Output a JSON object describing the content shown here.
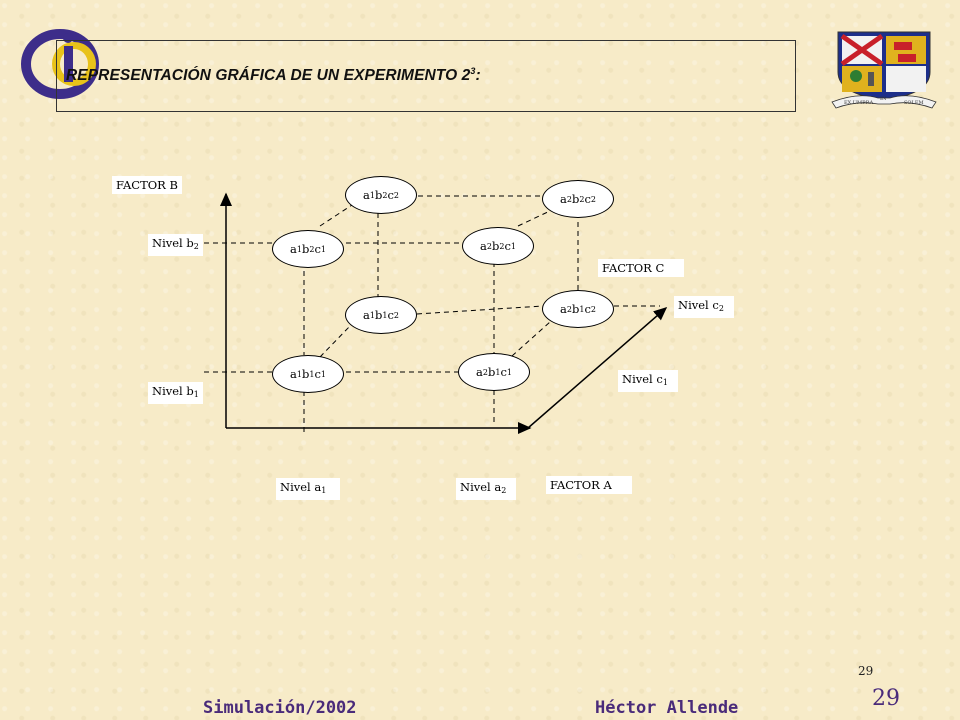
{
  "title": {
    "main": "REPRESENTACIÓN GRÁFICA DE UN EXPERIMENTO 2",
    "sup": "3",
    "end": ":"
  },
  "labels": {
    "factor_b": "FACTOR B",
    "factor_c": "FACTOR C",
    "factor_a": "FACTOR A",
    "nivel_b2": {
      "base": "Nivel b",
      "sub": "2"
    },
    "nivel_b1": {
      "base": "Nivel b",
      "sub": "1"
    },
    "nivel_c2": {
      "base": "Nivel c",
      "sub": "2"
    },
    "nivel_c1": {
      "base": "Nivel c",
      "sub": "1"
    },
    "nivel_a1": {
      "base": "Nivel a",
      "sub": "1"
    },
    "nivel_a2": {
      "base": "Nivel a",
      "sub": "2"
    }
  },
  "nodes": {
    "a1b2c2": [
      "2",
      "2"
    ],
    "a2b2c2": [
      "2",
      "2"
    ],
    "a1b2c1": [
      "2",
      "1"
    ],
    "a2b2c1": [
      "2",
      "1"
    ],
    "a1b1c2": [
      "1",
      "2"
    ],
    "a2b1c2": [
      "1",
      "2"
    ],
    "a1b1c1": [
      "1",
      "1"
    ],
    "a2b1c1": [
      "1",
      "1"
    ]
  },
  "node_labels": {
    "a1b2c2": {
      "a": "1",
      "b": "2",
      "c": "2"
    },
    "a2b2c2": {
      "a": "2",
      "b": "2",
      "c": "2"
    },
    "a1b2c1": {
      "a": "1",
      "b": "2",
      "c": "1"
    },
    "a2b2c1": {
      "a": "2",
      "b": "2",
      "c": "1"
    },
    "a1b1c2": {
      "a": "1",
      "b": "1",
      "c": "2"
    },
    "a2b1c2": {
      "a": "2",
      "b": "1",
      "c": "2"
    },
    "a1b1c1": {
      "a": "1",
      "b": "1",
      "c": "1"
    },
    "a2b1c1": {
      "a": "2",
      "b": "1",
      "c": "1"
    }
  },
  "crest": {
    "left_text": "EX UMBRA",
    "mid_text": "IN",
    "right_text": "SOLEM"
  },
  "page_number_small": "29",
  "page_number_big": "29",
  "footer": {
    "left": "Simulación/2002",
    "right": "Héctor Allende"
  },
  "colors": {
    "accent": "#4a2b7a",
    "logo_blue": "#3d2d8a",
    "logo_yellow": "#e8c21a",
    "crest_blue": "#1d2f8a",
    "crest_red": "#c8202a",
    "crest_gold": "#e0b21e"
  }
}
